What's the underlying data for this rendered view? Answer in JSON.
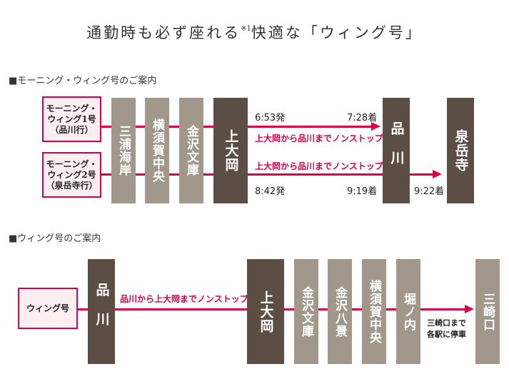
{
  "title": {
    "main": "通勤時も必ず座れる",
    "note_mark": "※1",
    "tail": "快適な「ウィング号」"
  },
  "section_morning": {
    "heading": "■モーニング・ウィング号のご案内",
    "trains": [
      {
        "label": "モーニング・\nウィング1号\n（品川行）"
      },
      {
        "label": "モーニング・\nウィング2号\n（泉岳寺行）"
      }
    ],
    "stations": [
      "三浦海岸",
      "横須賀中央",
      "金沢文庫",
      "上大岡",
      "品川",
      "泉岳寺"
    ],
    "times": {
      "t1_dep": "6:53発",
      "t1_arr": "7:28着",
      "t2_dep": "8:42発",
      "t2_arr": "9:19着",
      "t2_final": "9:22着"
    },
    "nonstop_labels": [
      "上大岡から品川までノンストップ",
      "上大岡から品川までノンストップ"
    ]
  },
  "section_wing": {
    "heading": "■ウィング号のご案内",
    "train_label": "ウィング号",
    "stations": [
      "品川",
      "上大岡",
      "金沢文庫",
      "金沢八景",
      "横須賀中央",
      "堀ノ内",
      "三崎口"
    ],
    "nonstop_label": "品川から上大岡までノンストップ",
    "final_note": "三崎口まで\n各駅に停車"
  },
  "colors": {
    "accent": "#d6004b",
    "station_light": "#a2978b",
    "station_dark": "#5c4e44",
    "label_bg": "#fdeef1"
  }
}
